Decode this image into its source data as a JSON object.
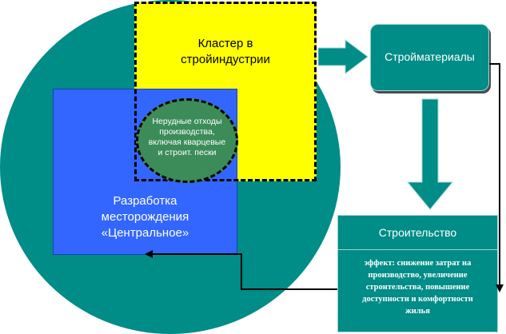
{
  "diagram": {
    "cluster": {
      "label": "Кластер в\nстройиндустрии"
    },
    "deposit": {
      "label": "Разработка\nместорождения\n«Центральное»"
    },
    "waste": {
      "label": "Нерудные отходы\nпроизводства,\nвключая кварцевые\nи строит. пески"
    },
    "materials": {
      "label": "Стройматериалы"
    },
    "construction": {
      "title": "Строительство",
      "effect": "эффект: снижение затрат на\nпроизводство, увеличение\nстроительства, повышение\nдоступности и комфортности\nжилья"
    }
  },
  "colors": {
    "teal": "#008C87",
    "yellow": "#FFFF00",
    "blue": "#3366FF",
    "green": "#3C8C5A"
  }
}
